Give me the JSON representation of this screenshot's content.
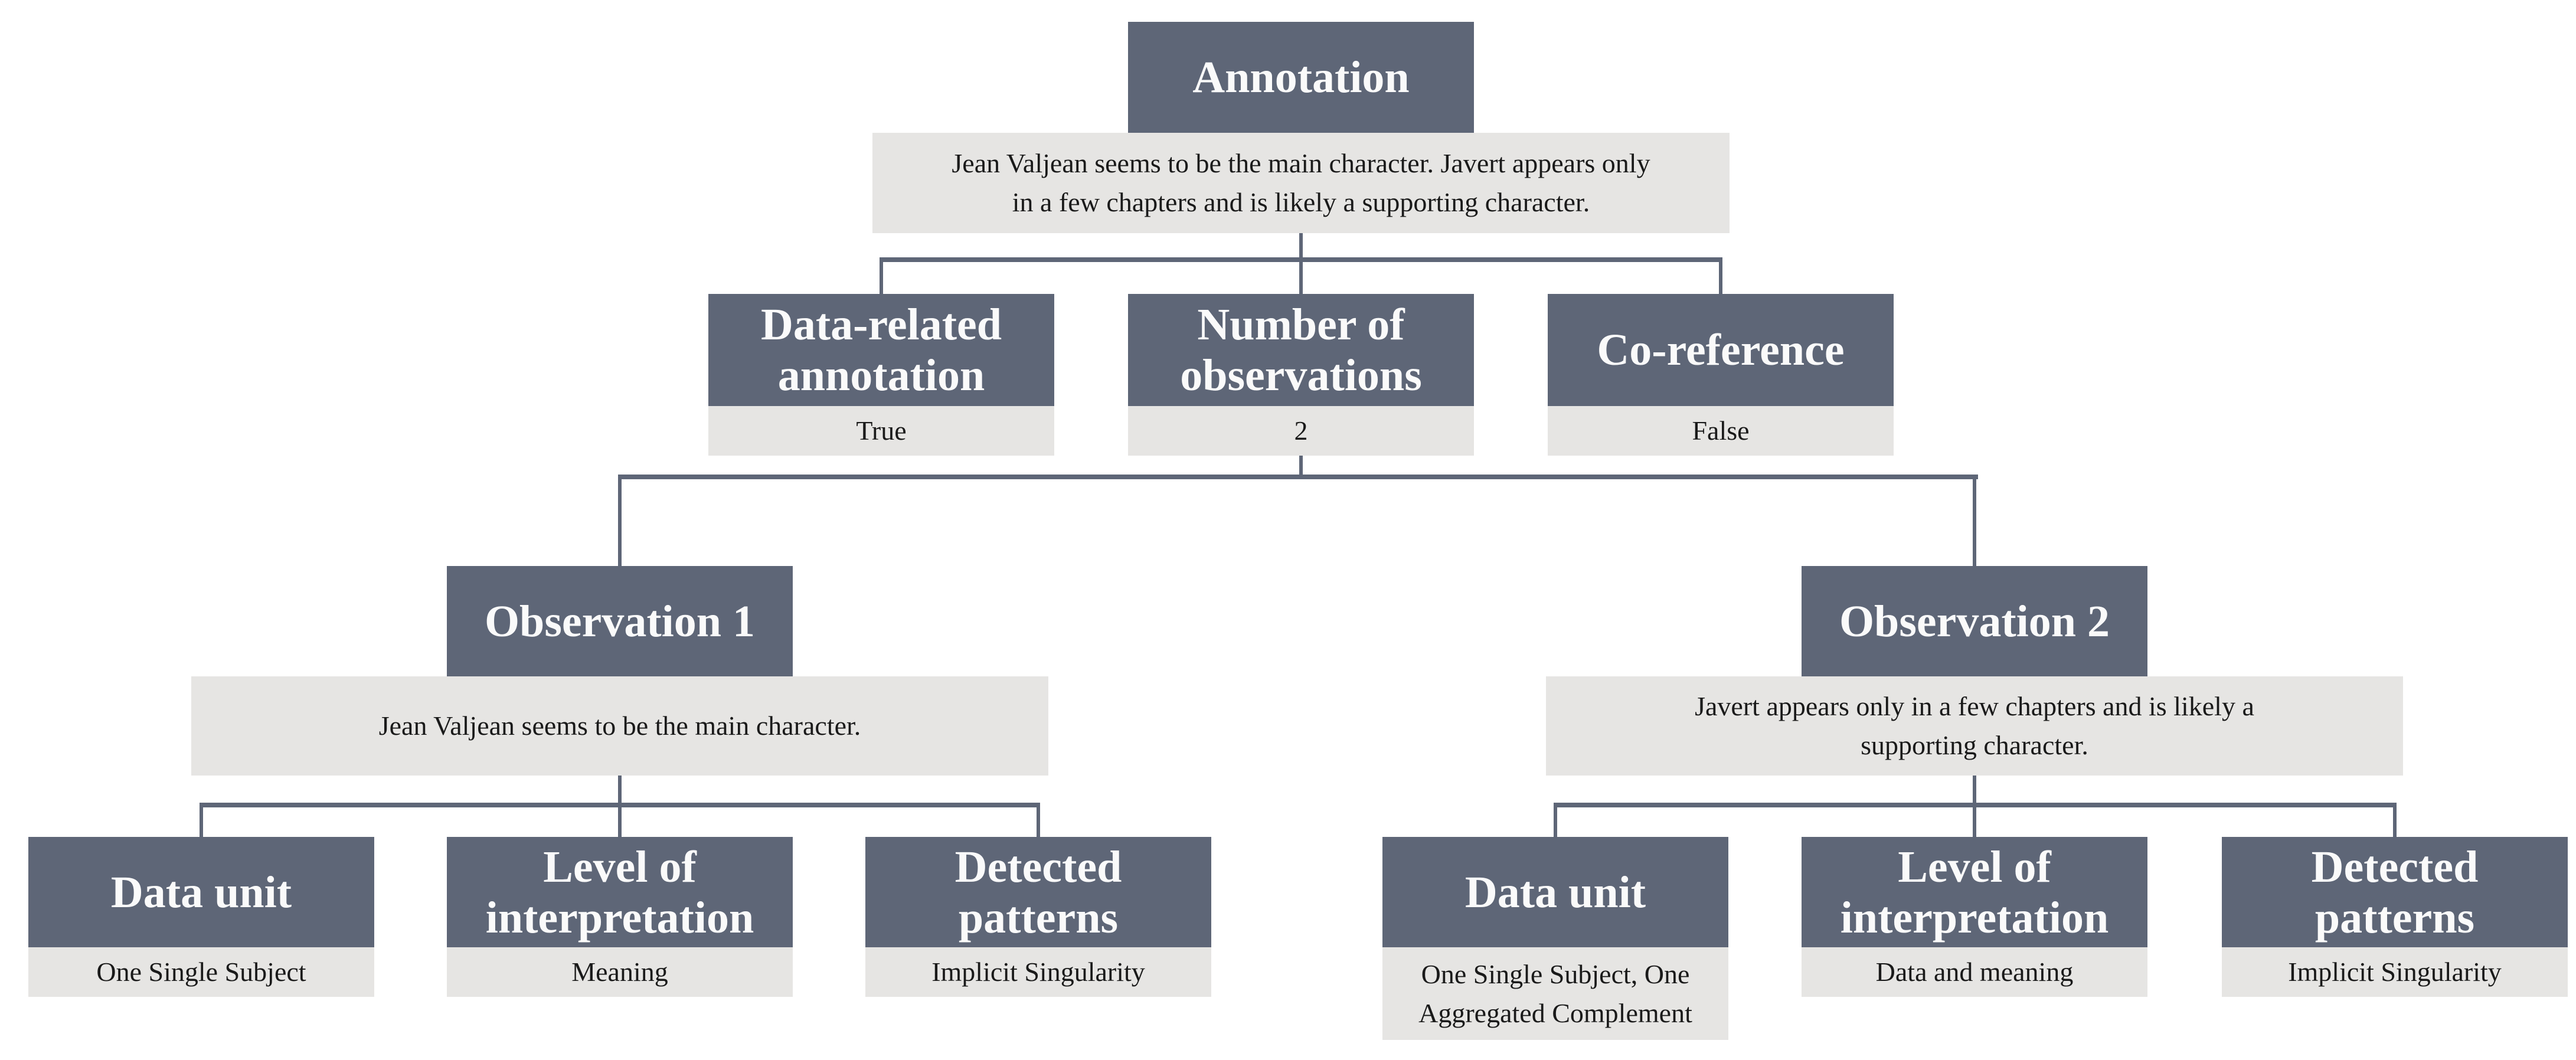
{
  "colors": {
    "header_bg": "#5e6677",
    "value_bg": "#e6e5e3",
    "connector": "#5e6677",
    "header_text": "#fafafa",
    "value_text": "#1a1a1a"
  },
  "tree": {
    "root": {
      "title": "Annotation",
      "description": [
        "Jean Valjean seems to be the main character. Javert appears only",
        "in a few chapters and is likely a supporting character."
      ]
    },
    "attributes": [
      {
        "title": "Data-related annotation",
        "value": "True"
      },
      {
        "title": "Number of observations",
        "value": "2"
      },
      {
        "title": "Co-reference",
        "value": "False"
      }
    ],
    "observations": [
      {
        "title": "Observation 1",
        "description": [
          "Jean Valjean seems to be the main character."
        ],
        "attributes": [
          {
            "title": "Data unit",
            "value": "One Single Subject"
          },
          {
            "title": "Level of interpretation",
            "value": "Meaning"
          },
          {
            "title": "Detected patterns",
            "value": "Implicit Singularity"
          }
        ]
      },
      {
        "title": "Observation 2",
        "description": [
          "Javert appears only in a few chapters and is likely a",
          "supporting character."
        ],
        "attributes": [
          {
            "title": "Data unit",
            "value": [
              "One Single Subject, One",
              "Aggregated Complement"
            ]
          },
          {
            "title": "Level of interpretation",
            "value": "Data and meaning"
          },
          {
            "title": "Detected patterns",
            "value": "Implicit Singularity"
          }
        ]
      }
    ]
  }
}
